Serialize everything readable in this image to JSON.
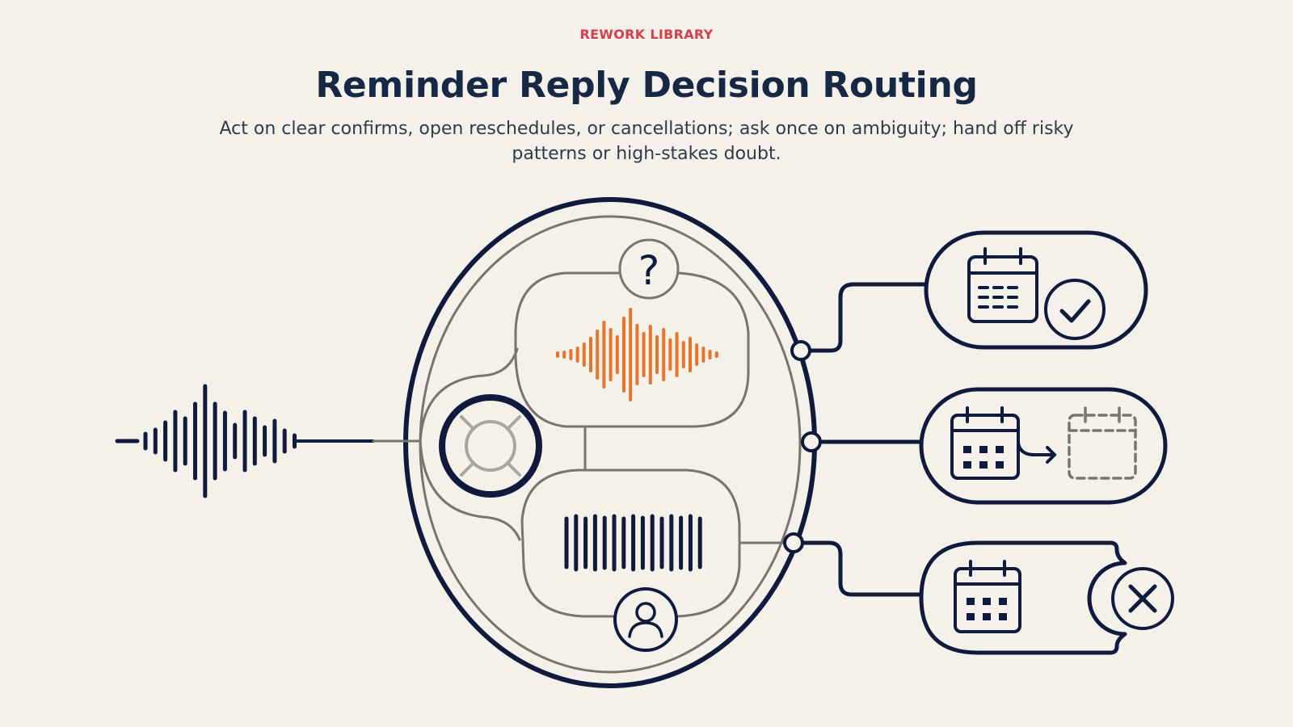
{
  "header": {
    "eyebrow": "REWORK LIBRARY",
    "title": "Reminder Reply Decision Routing",
    "subtitle": "Act on clear confirms, open reschedules, or cancellations; ask once on ambiguity; hand off risky patterns or high-stakes doubt."
  },
  "diagram": {
    "clarify_icon_glyph": "?",
    "nodes": [
      "input-waveform-icon",
      "decision-hub-icon",
      "ambiguous-reply-waveform-icon",
      "clarify-question-icon",
      "risky-pattern-barcode-icon",
      "human-handoff-person-icon",
      "confirm-calendar-icon",
      "reschedule-calendar-icon",
      "cancel-calendar-icon"
    ]
  },
  "colors": {
    "background": "#f4f1ea",
    "ink": "#0f1a3d",
    "gray": "#77756c",
    "accent_orange": "#e8742c",
    "eyebrow_red": "#d6404a",
    "title": "#162844"
  }
}
